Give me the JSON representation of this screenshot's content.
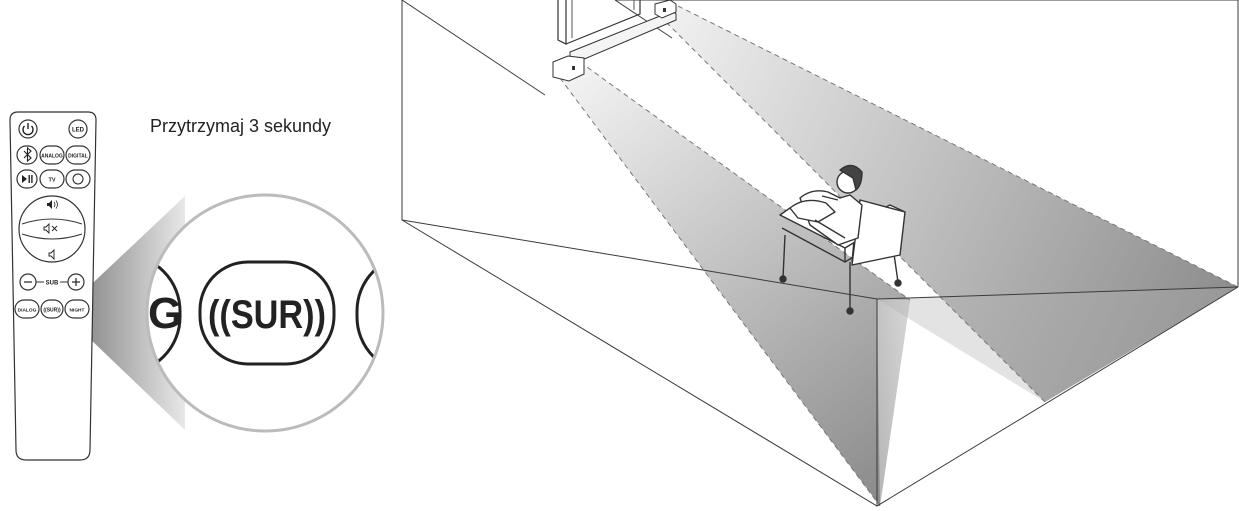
{
  "instruction": "Przytrzymaj 3 sekundy",
  "remote": {
    "led_label": "LED",
    "analog_label": "ANALOG",
    "digital_label": "DIGITAL",
    "tv_label": "TV",
    "sub_label": "SUB",
    "dialog_label": "DIALOG",
    "sur_label": "((SUR))",
    "night_label": "NIGHT"
  },
  "magnifier": {
    "sur_label": "((SUR))"
  },
  "colors": {
    "line": "#3a3a3a",
    "beam": "#9a9a9a"
  }
}
